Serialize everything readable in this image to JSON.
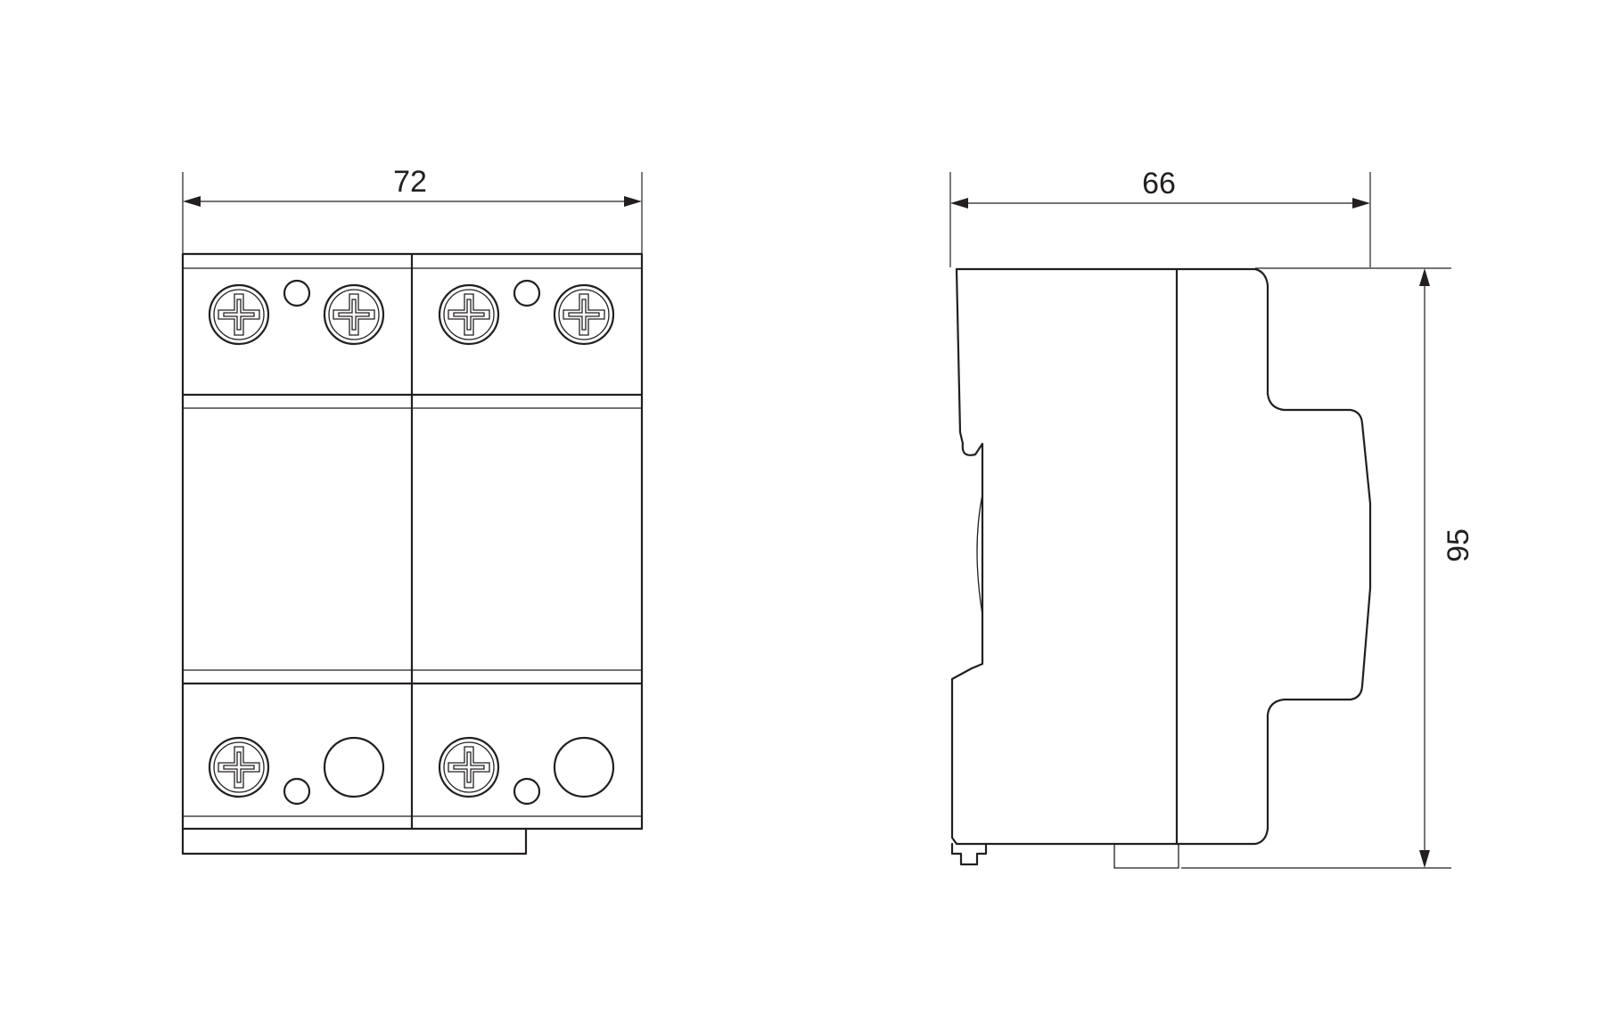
{
  "diagram": {
    "dimensions": {
      "front_width": "72",
      "side_depth": "66",
      "side_height": "95"
    },
    "colors": {
      "line": "#231f20",
      "background": "#ffffff"
    }
  }
}
